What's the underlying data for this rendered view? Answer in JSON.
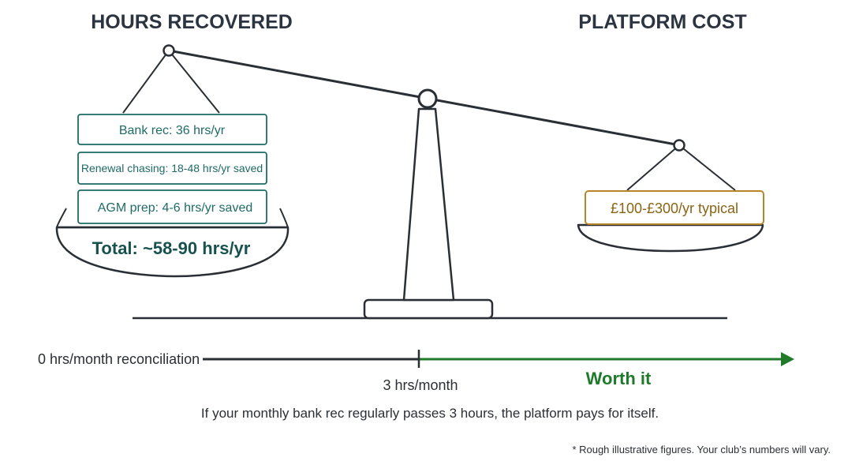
{
  "headings": {
    "left": "HOURS RECOVERED",
    "right": "PLATFORM COST"
  },
  "left_pan": {
    "items": [
      "Bank rec: 36 hrs/yr",
      "Renewal chasing: 18-48 hrs/yr saved",
      "AGM prep: 4-6 hrs/yr saved"
    ],
    "total": "Total: ~58-90 hrs/yr"
  },
  "right_pan": {
    "cost": "£100-£300/yr typical"
  },
  "threshold_axis": {
    "start_label": "0 hrs/month reconciliation",
    "marker_label": "3 hrs/month",
    "worth_label": "Worth it"
  },
  "caption": "If your monthly bank rec regularly passes 3 hours, the platform pays for itself.",
  "footnote": "* Rough illustrative figures.  Your club’s numbers will vary.",
  "colors": {
    "ink": "#222a33",
    "heading": "#2b3440",
    "teal": "#1f6b66",
    "teal_dark": "#17524e",
    "gold": "#b8862a",
    "cost_text": "#8a6414",
    "green": "#1f7a2a",
    "grey_line": "#3a3f45"
  }
}
